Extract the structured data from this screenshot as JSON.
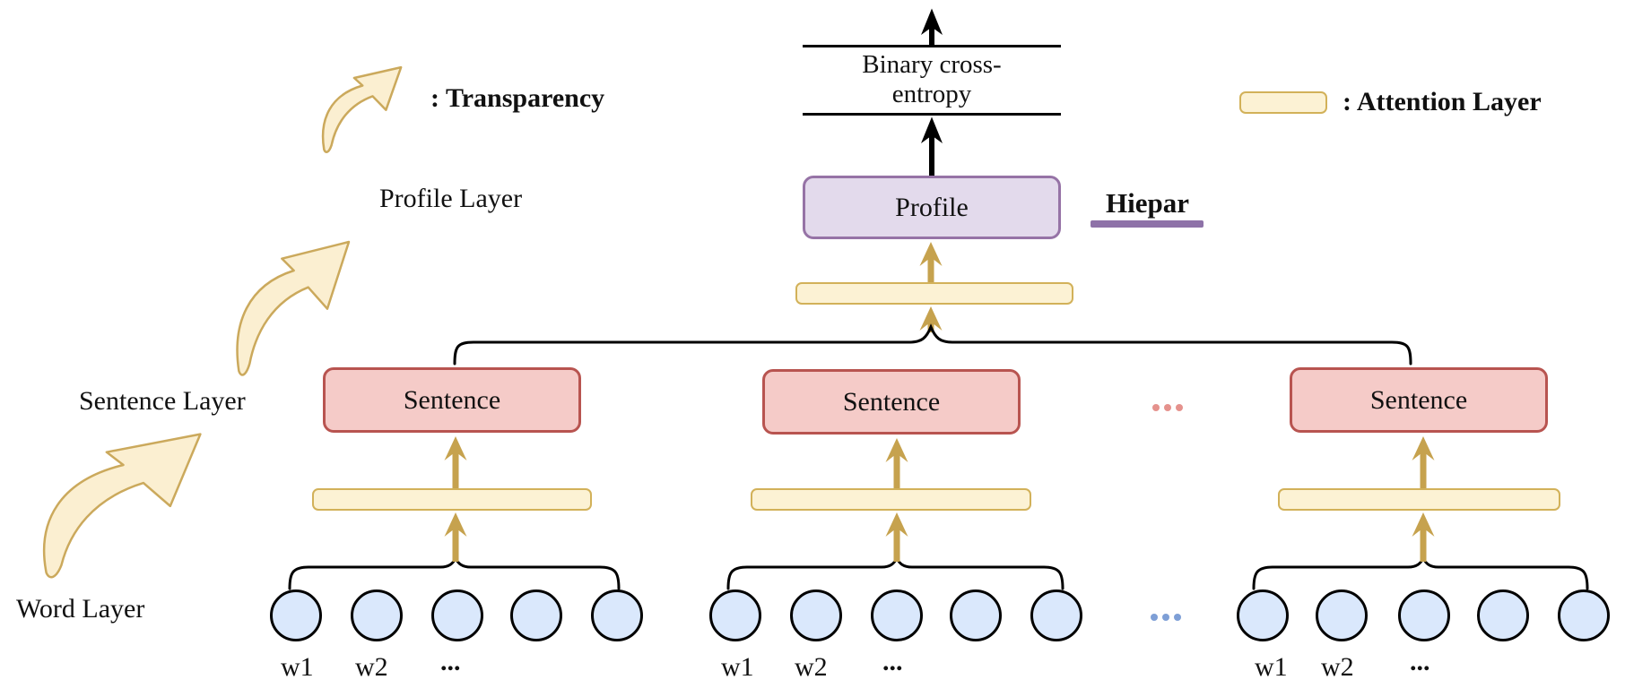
{
  "loss": {
    "line1": "Binary cross-",
    "line2": "entropy"
  },
  "model_name": "Hiepar",
  "profile_box": {
    "label": "Profile"
  },
  "legend": {
    "transparency_label": ": Transparency",
    "attention_label": ": Attention Layer"
  },
  "left_labels": {
    "profile_layer": "Profile Layer",
    "sentence_layer": "Sentence Layer",
    "word_layer": "Word Layer"
  },
  "sentence_groups": [
    {
      "label": "Sentence",
      "words": {
        "w1": "w1",
        "w2": "w2",
        "more": "..."
      }
    },
    {
      "label": "Sentence",
      "words": {
        "w1": "w1",
        "w2": "w2",
        "more": "..."
      }
    },
    {
      "label": "Sentence",
      "words": {
        "w1": "w1",
        "w2": "w2",
        "more": "..."
      }
    }
  ],
  "ellipsis": {
    "sentence_level": "...",
    "word_level": "..."
  },
  "colors": {
    "gold_arrow": "#C6A24E",
    "swoosh_fill": "#FBEFD1",
    "swoosh_stroke": "#CBA95C",
    "attention_fill": "#FCF2D4",
    "attention_stroke": "#D2B159",
    "sentence_fill": "#F5CBC8",
    "sentence_stroke": "#B85450",
    "profile_fill": "#E3DAEC",
    "profile_stroke": "#9673A6",
    "word_fill": "#DAE8FC",
    "sentence_dots": "#E5928D",
    "word_dots": "#7E9FD6",
    "model_underline": "#8E72A8"
  }
}
